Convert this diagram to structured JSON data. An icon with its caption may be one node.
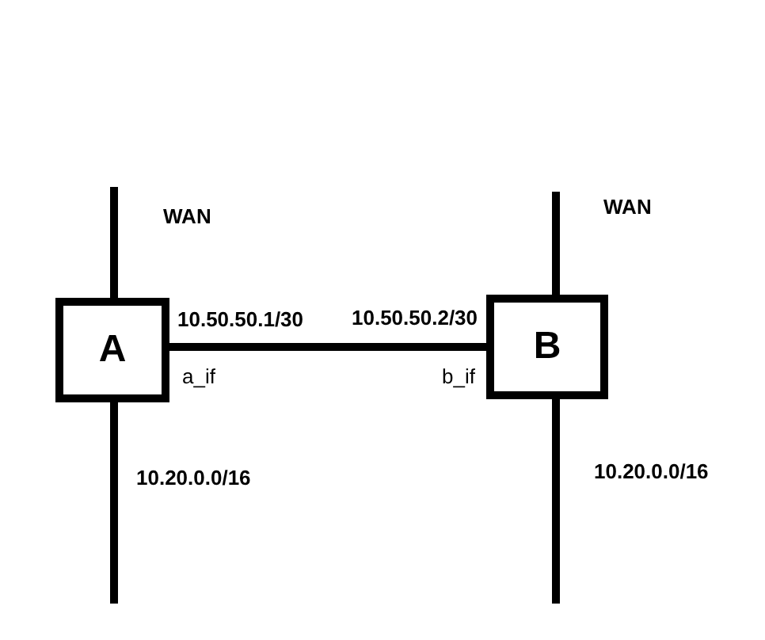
{
  "diagram": {
    "nodes": [
      {
        "text": [
          "A"
        ],
        "beside": [
          "10.50.50.1/30",
          "a_if"
        ]
      },
      {
        "text": [
          "B"
        ],
        "beside": [
          "10.50.50.2/30",
          "b_if"
        ]
      }
    ],
    "edges": [
      {
        "from": null,
        "to": 0,
        "arrow": "none",
        "label": "WAN"
      },
      {
        "from": 0,
        "to": null,
        "arrow": "none",
        "label": "10.20.0.0/16"
      },
      {
        "from": 0,
        "to": 1,
        "arrow": "none"
      },
      {
        "from": null,
        "to": 1,
        "arrow": "none",
        "label": "WAN"
      },
      {
        "from": 1,
        "to": null,
        "arrow": "none",
        "label": "10.20.0.0/16"
      }
    ]
  }
}
